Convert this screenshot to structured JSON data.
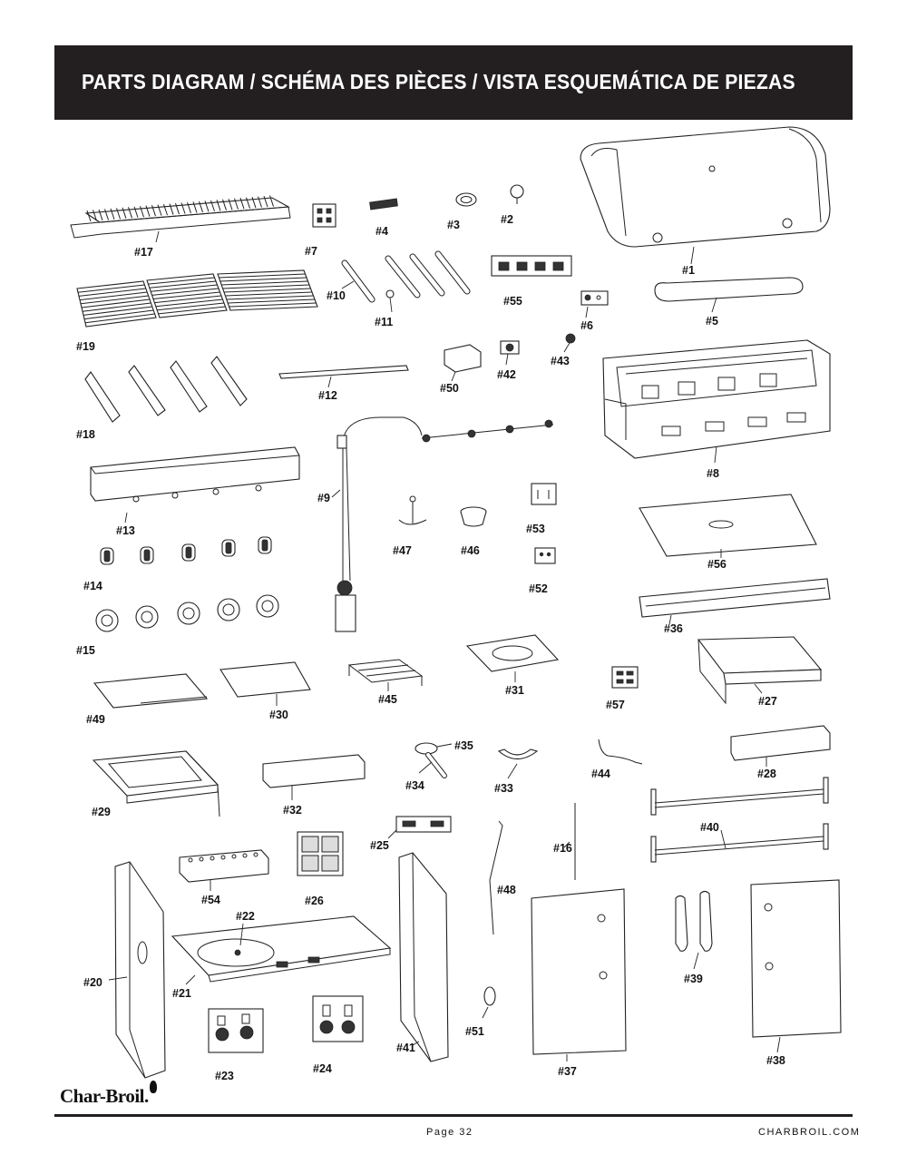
{
  "header": {
    "title": "PARTS DIAGRAM / SCHÉMA DES PIÈCES / VISTA ESQUEMÁTICA DE PIEZAS"
  },
  "footer": {
    "brand": "Char-Broil.",
    "page": "Page 32",
    "site": "CHARBROIL.COM"
  },
  "parts": {
    "p1": "#1",
    "p2": "#2",
    "p3": "#3",
    "p4": "#4",
    "p5": "#5",
    "p6": "#6",
    "p7": "#7",
    "p8": "#8",
    "p9": "#9",
    "p10": "#10",
    "p11": "#11",
    "p12": "#12",
    "p13": "#13",
    "p14": "#14",
    "p15": "#15",
    "p16": "#16",
    "p17": "#17",
    "p18": "#18",
    "p19": "#19",
    "p20": "#20",
    "p21": "#21",
    "p22": "#22",
    "p23": "#23",
    "p24": "#24",
    "p25": "#25",
    "p26": "#26",
    "p27": "#27",
    "p28": "#28",
    "p29": "#29",
    "p30": "#30",
    "p31": "#31",
    "p32": "#32",
    "p33": "#33",
    "p34": "#34",
    "p35": "#35",
    "p36": "#36",
    "p37": "#37",
    "p38": "#38",
    "p39": "#39",
    "p40": "#40",
    "p41": "#41",
    "p42": "#42",
    "p43": "#43",
    "p44": "#44",
    "p45": "#45",
    "p46": "#46",
    "p47": "#47",
    "p48": "#48",
    "p49": "#49",
    "p50": "#50",
    "p51": "#51",
    "p52": "#52",
    "p53": "#53",
    "p54": "#54",
    "p55": "#55",
    "p56": "#56",
    "p57": "#57"
  }
}
